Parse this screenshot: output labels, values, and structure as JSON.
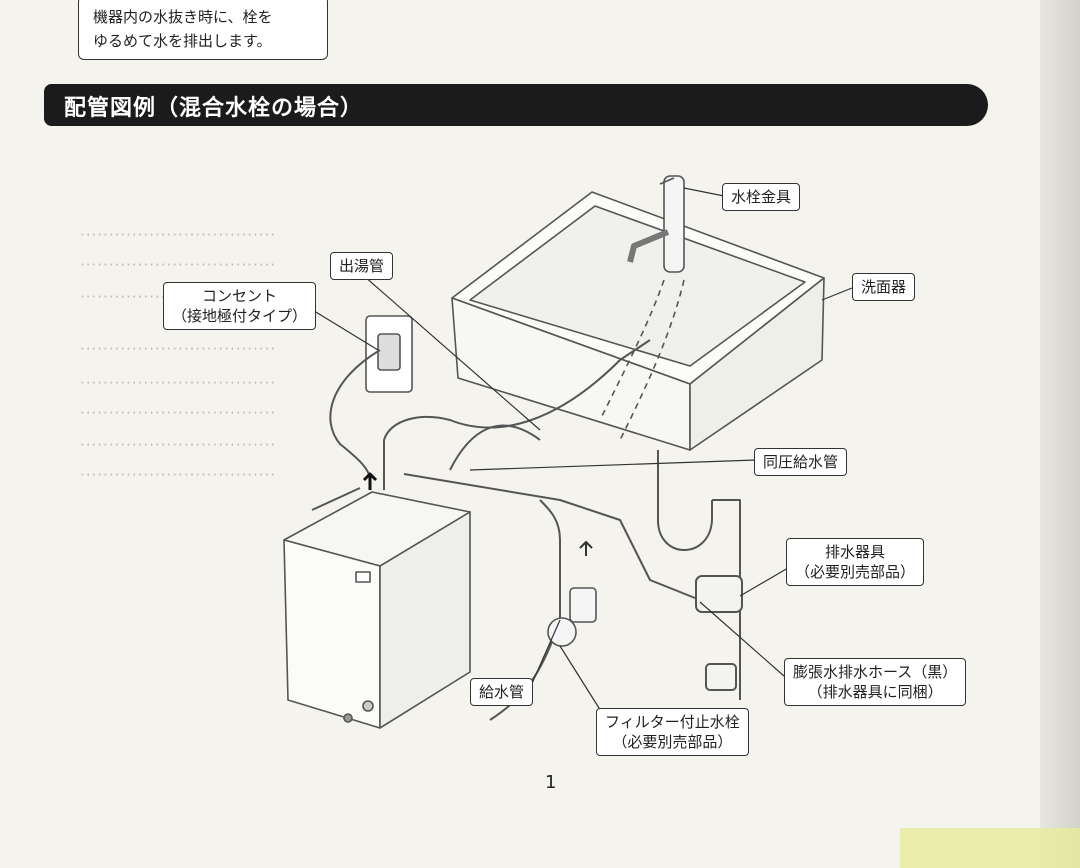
{
  "top_note": {
    "line1": "機器内の水抜き時に、栓を",
    "line2": "ゆるめて水を排出します。"
  },
  "section_title": "配管図例（混合水栓の場合）",
  "callouts": {
    "faucet": "水栓金具",
    "basin": "洗面器",
    "hot_outlet": "出湯管",
    "outlet_line1": "コンセント",
    "outlet_line2": "（接地極付タイプ）",
    "equal_pressure": "同圧給水管",
    "drain_fitting_line1": "排水器具",
    "drain_fitting_line2": "（必要別売部品）",
    "expansion_hose_line1": "膨張水排水ホース（黒）",
    "expansion_hose_line2": "（排水器具に同梱）",
    "supply_pipe": "給水管",
    "stop_valve_line1": "フィルター付止水栓",
    "stop_valve_line2": "（必要別売部品）"
  },
  "page_number": "1",
  "colors": {
    "bar": "#1b1b1b",
    "line": "#555555",
    "paper": "#f4f3ee"
  }
}
